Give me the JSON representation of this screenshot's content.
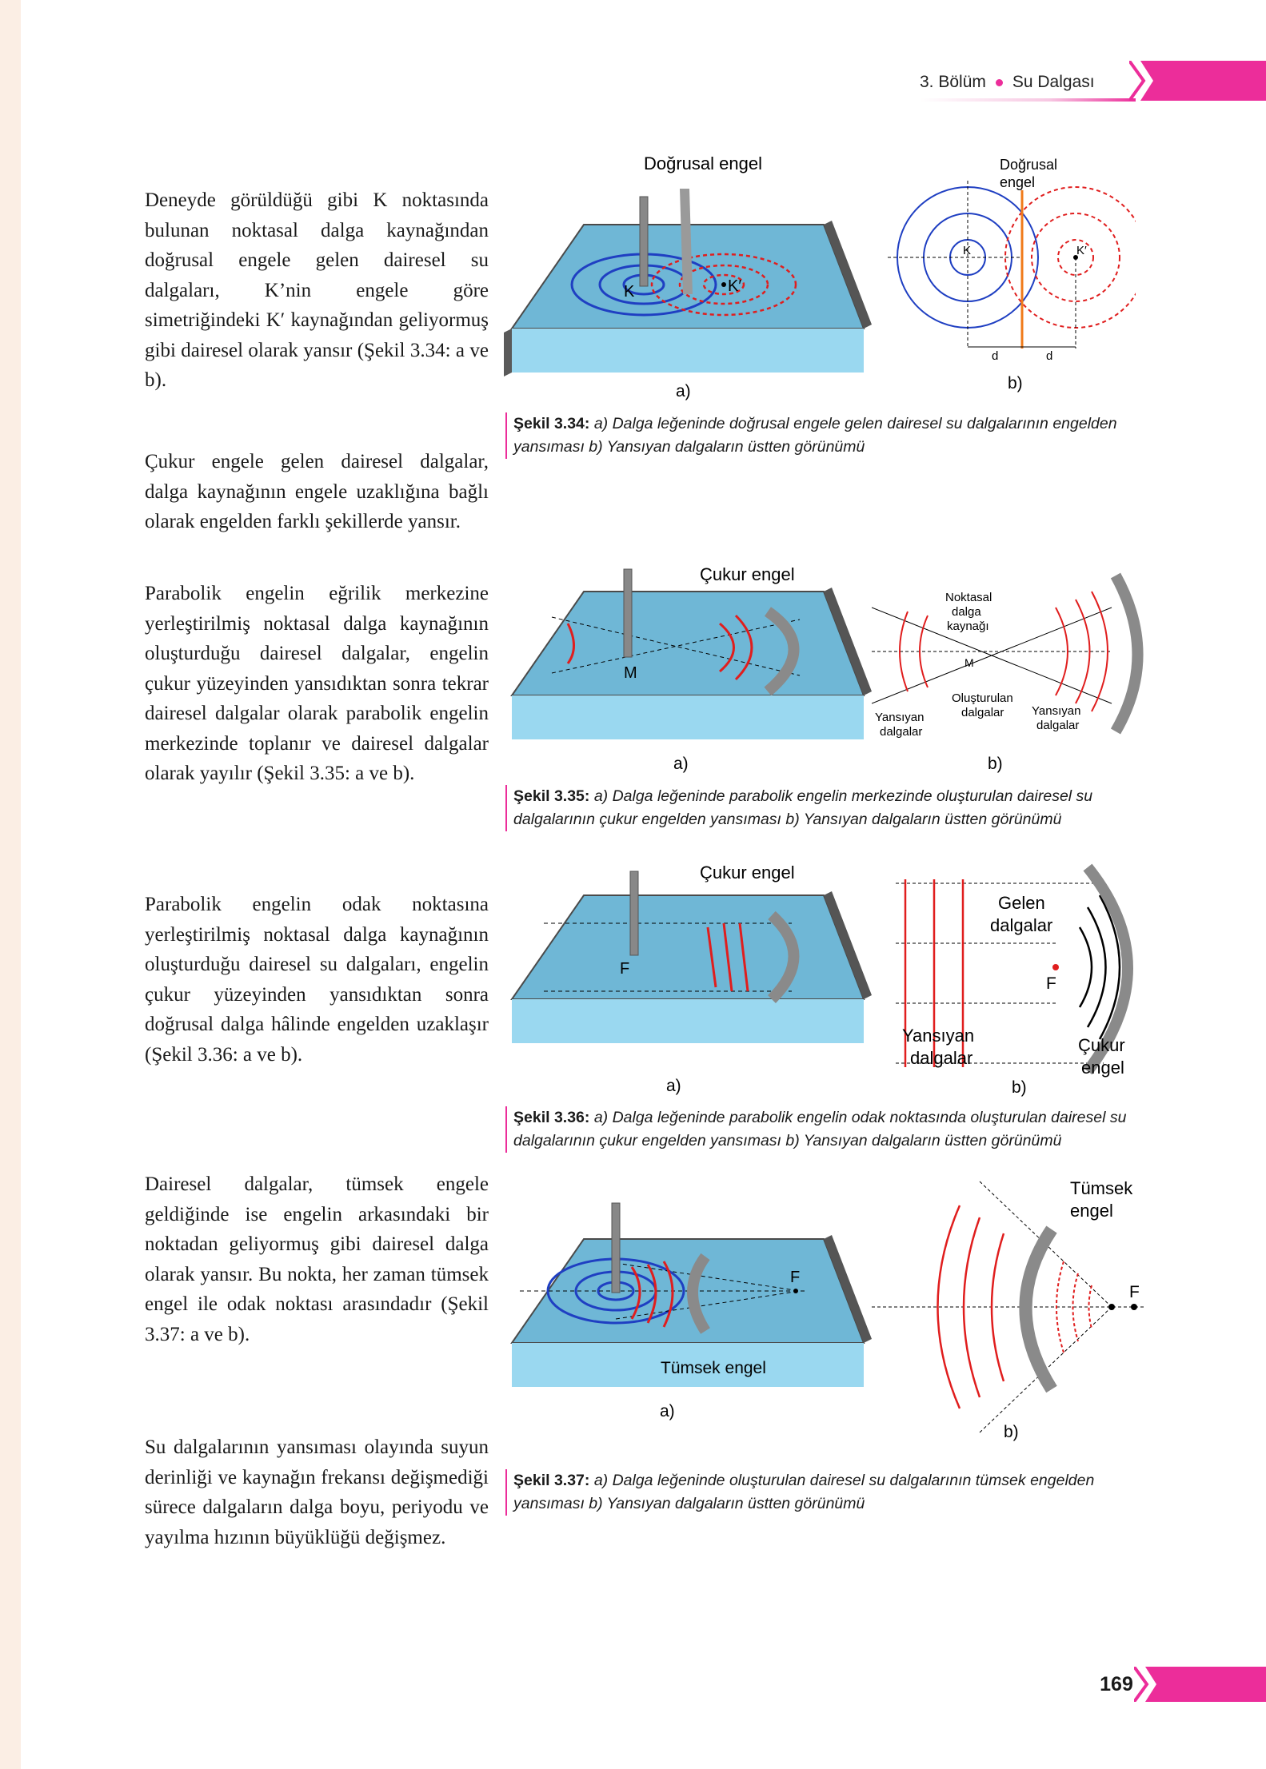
{
  "header": {
    "chapter": "3. Bölüm",
    "topic": "Su Dalgası"
  },
  "page_number": "169",
  "paragraphs": [
    "Deneyde görüldüğü gibi K noktasında bulunan noktasal dalga kaynağından doğrusal engele gelen dairesel su dalgaları, K’nin engele göre simetriğindeki K′ kaynağından geliyormuş gibi dairesel olarak yansır (Şekil 3.34: a ve b).",
    "Çukur engele gelen dairesel dalgalar, dalga kaynağının engele uzaklığına bağlı olarak engelden farklı şekillerde yansır.",
    "Parabolik engelin eğrilik merkezine yerleştirilmiş noktasal dalga kaynağının oluşturduğu dairesel dalgalar, engelin çukur yüzeyinden yansıdıktan sonra tekrar dairesel dalgalar olarak parabolik engelin merkezinde toplanır ve dairesel dalgalar olarak yayılır (Şekil 3.35: a ve b).",
    "Parabolik engelin odak noktasına yerleştirilmiş noktasal dalga kaynağının oluşturduğu dairesel su dalgaları, engelin çukur yüzeyinden yansıdıktan sonra doğrusal dalga hâlinde engelden uzaklaşır (Şekil 3.36: a ve b).",
    "Dairesel dalgalar, tümsek engele geldiğinde ise engelin arkasındaki bir noktadan geliyormuş gibi dairesel dalga olarak yansır. Bu nokta, her zaman tümsek engel ile odak noktası arasındadır (Şekil 3.37: a ve b).",
    "Su dalgalarının yansıması olayında suyun derinliği ve kaynağın frekansı değişmediği sürece dalgaların dalga boyu, periyodu ve yayılma hızının büyüklüğü değişmez."
  ],
  "figures": {
    "f334": {
      "a_title": "Doğrusal engel",
      "a_k": "K",
      "a_k2": "K′",
      "a_label": "a)",
      "b_title1": "Doğrusal",
      "b_title2": "engel",
      "b_k": "K",
      "b_k2": "K′",
      "b_d1": "d",
      "b_d2": "d",
      "b_label": "b)",
      "caption_bold": "Şekil 3.34:",
      "caption": " a) Dalga leğeninde doğrusal engele gelen dairesel su dalgalarının engelden yansıması b) Yansıyan dalgaların üstten görünümü"
    },
    "f335": {
      "a_title": "Çukur engel",
      "a_m": "M",
      "a_label": "a)",
      "b_src1": "Noktasal",
      "b_src2": "dalga",
      "b_src3": "kaynağı",
      "b_m": "M",
      "b_left1": "Yansıyan",
      "b_left2": "dalgalar",
      "b_mid1": "Oluşturulan",
      "b_mid2": "dalgalar",
      "b_right1": "Yansıyan",
      "b_right2": "dalgalar",
      "b_label": "b)",
      "caption_bold": "Şekil 3.35:",
      "caption": " a) Dalga leğeninde parabolik engelin merkezinde oluşturulan dairesel su dalgalarının çukur engelden yansıması b) Yansıyan dalgaların üstten görünümü"
    },
    "f336": {
      "a_title": "Çukur engel",
      "a_f": "F",
      "a_label": "a)",
      "b_gelen1": "Gelen",
      "b_gelen2": "dalgalar",
      "b_f": "F",
      "b_yans1": "Yansıyan",
      "b_yans2": "dalgalar",
      "b_cukur1": "Çukur",
      "b_cukur2": "engel",
      "b_label": "b)",
      "caption_bold": "Şekil 3.36:",
      "caption": " a) Dalga leğeninde parabolik engelin odak noktasında oluşturulan dairesel su dalgalarının çukur engelden yansıması b) Yansıyan dalgaların üstten görünümü"
    },
    "f337": {
      "a_f": "F",
      "a_title": "Tümsek engel",
      "a_label": "a)",
      "b_title1": "Tümsek",
      "b_title2": "engel",
      "b_f": "F",
      "b_label": "b)",
      "caption_bold": "Şekil 3.37:",
      "caption": " a) Dalga leğeninde oluşturulan dairesel su dalgalarının tümsek engelden yansıması b) Yansıyan dalgaların üstten görünümü"
    }
  },
  "colors": {
    "accent": "#ec2d9a",
    "water": "#6cc3e6",
    "incident": "#1f3fc2",
    "reflected": "#e01e1e",
    "barrier": "#8a8a8a"
  }
}
